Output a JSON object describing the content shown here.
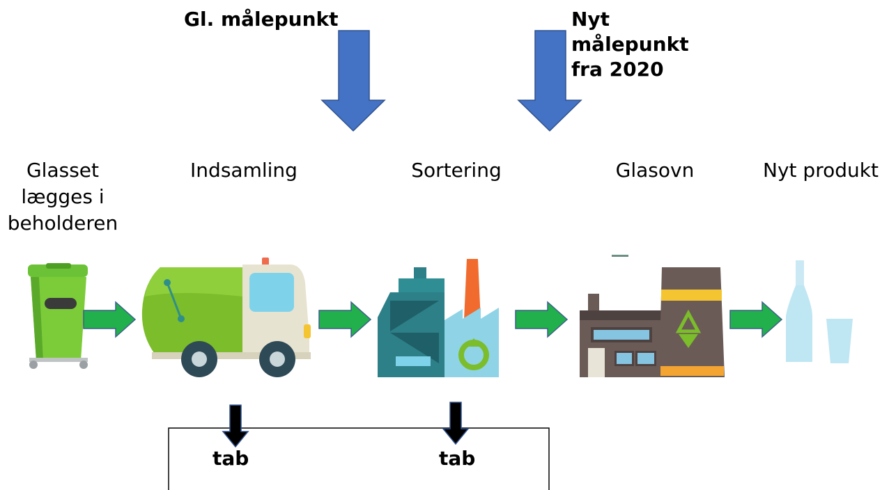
{
  "measurement_points": {
    "old": "Gl. målepunkt",
    "new_line1": "Nyt",
    "new_line2": "målepunkt",
    "new_line3": "fra 2020"
  },
  "stages": [
    {
      "line1": "Glasset",
      "line2": "lægges i",
      "line3": "beholderen",
      "icon": "green-wheelie-bin-icon"
    },
    {
      "line1": "Indsamling",
      "icon": "garbage-truck-icon"
    },
    {
      "line1": "Sortering",
      "icon": "recycling-plant-icon"
    },
    {
      "line1": "Glasovn",
      "icon": "glass-furnace-factory-icon"
    },
    {
      "line1": "Nyt produkt",
      "icon": "glass-bottle-and-cup-icon"
    }
  ],
  "losses": [
    {
      "label": "tab"
    },
    {
      "label": "tab"
    }
  ],
  "colors": {
    "measure_arrow": "#4472c4",
    "flow_arrow": "#22b04c",
    "loss_arrow": "#000000"
  }
}
